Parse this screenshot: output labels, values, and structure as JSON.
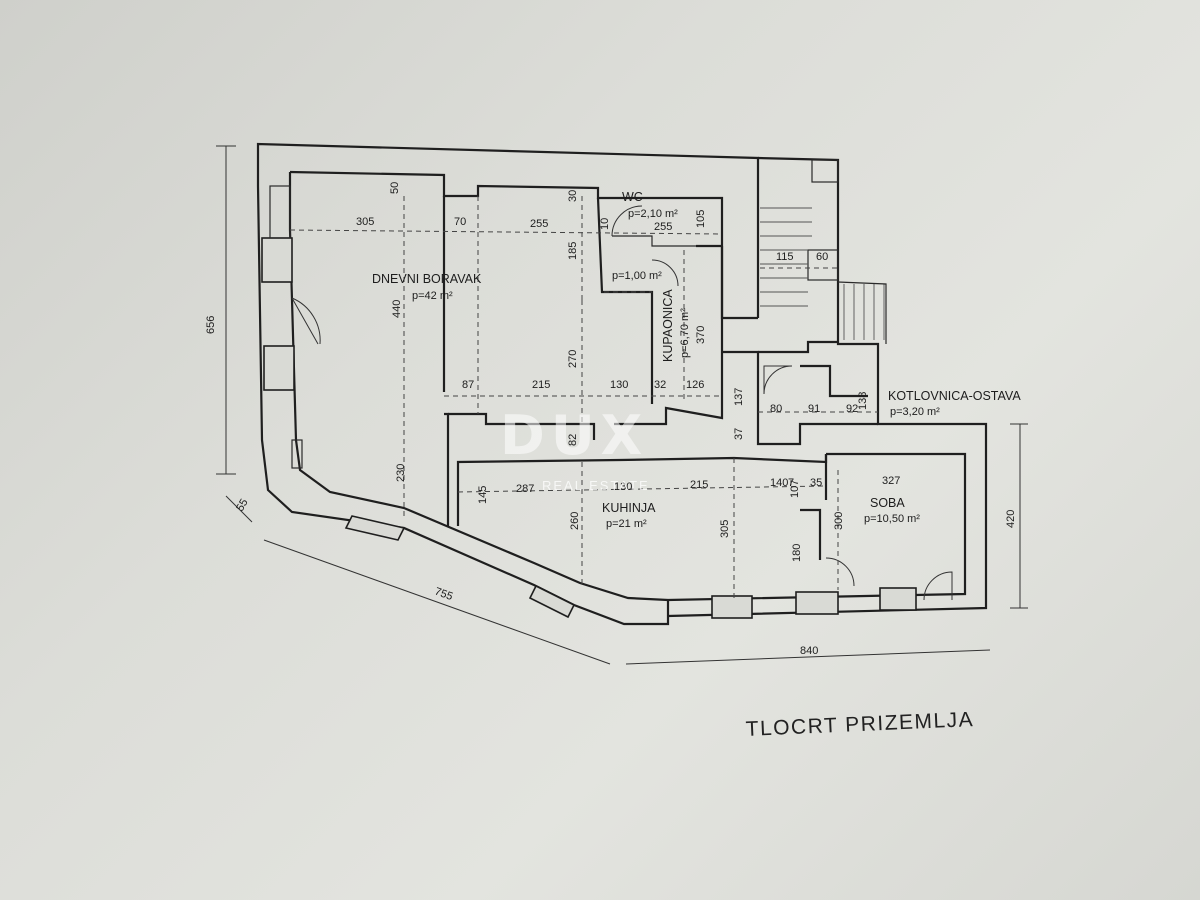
{
  "plan": {
    "title": "TLOCRT PRIZEMLJA",
    "watermark": {
      "logo": "DUX",
      "subtitle": "REAL ESTATE"
    },
    "rooms": [
      {
        "id": "dnevni",
        "name": "DNEVNI BORAVAK",
        "area": "p=42 m²"
      },
      {
        "id": "wc",
        "name": "WC",
        "area": "p=2,10 m²"
      },
      {
        "id": "hall",
        "name": "",
        "area": "p=1,00 m²"
      },
      {
        "id": "kupaonica",
        "name": "KUPAONICA",
        "area": "p=6,70 m²"
      },
      {
        "id": "kotlovnica",
        "name": "KOTLOVNICA-OSTAVA",
        "area": "p=3,20 m²"
      },
      {
        "id": "kuhinja",
        "name": "KUHINJA",
        "area": "p=21 m²"
      },
      {
        "id": "soba",
        "name": "SOBA",
        "area": "p=10,50 m²"
      }
    ],
    "dimensions": {
      "d656": "656",
      "d755": "755",
      "d840": "840",
      "d420": "420",
      "d55": "55",
      "d305": "305",
      "d70": "70",
      "d255a": "255",
      "d50": "50",
      "d30": "30",
      "d10": "10",
      "d255b": "255",
      "d105": "105",
      "d185": "185",
      "d440": "440",
      "d270": "270",
      "d370": "370",
      "d87": "87",
      "d215a": "215",
      "d130a": "130",
      "d32": "32",
      "d126": "126",
      "d137": "137",
      "d37": "37",
      "d82": "82",
      "d115": "115",
      "d60": "60",
      "d80": "80",
      "d91": "91",
      "d92": "92",
      "d138": "138",
      "d230": "230",
      "d145": "145",
      "d287": "287",
      "d130b": "130",
      "d215b": "215",
      "d140": "140",
      "d7": "7",
      "d107": "107",
      "d35": "35",
      "d327": "327",
      "d260": "260",
      "d305b": "305",
      "d180": "180",
      "d300": "300"
    }
  }
}
